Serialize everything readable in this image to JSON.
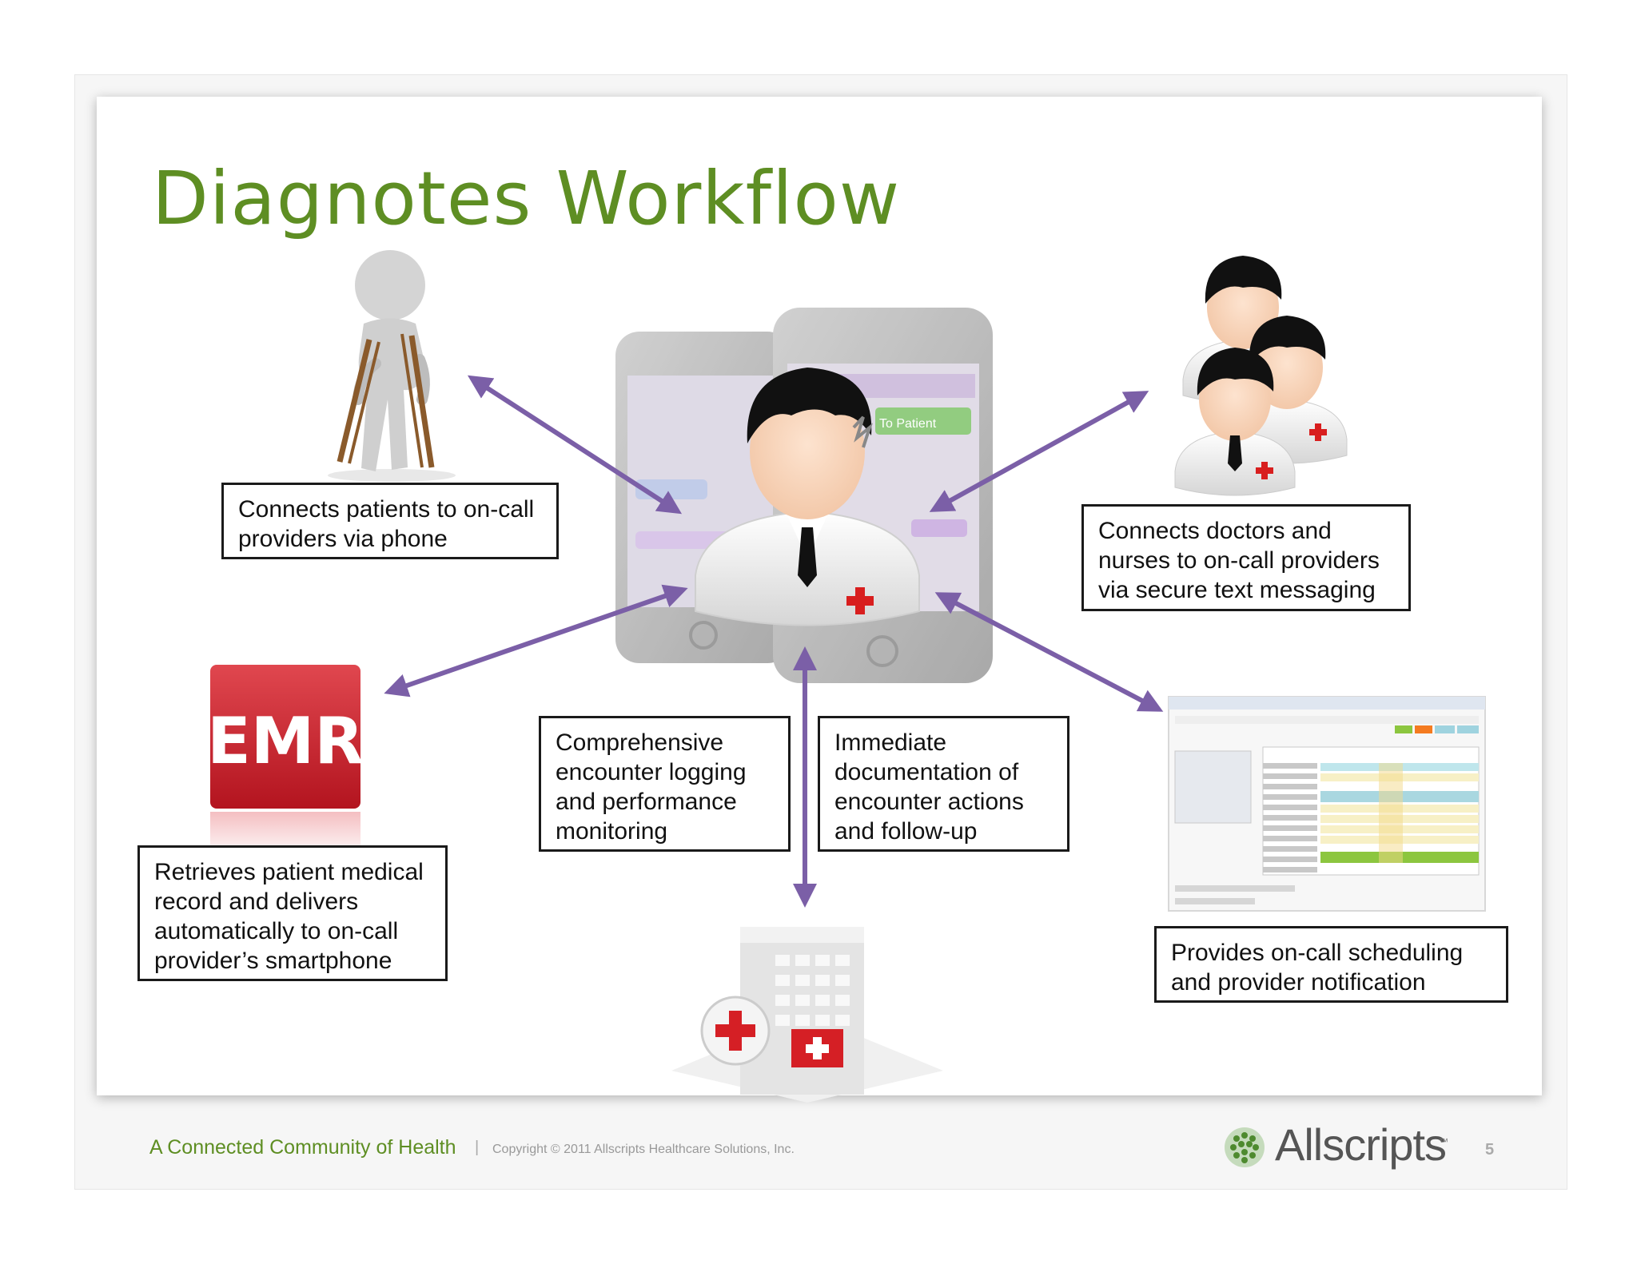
{
  "title": "Diagnotes Workflow",
  "boxes": {
    "patients": "Connects patients to on-call\nproviders via phone",
    "doctors": "Connects doctors and\nnurses to on-call providers\nvia secure text messaging",
    "emr": "Retrieves patient medical\nrecord and delivers\nautomatically to on-call\nprovider’s smartphone",
    "logging": "Comprehensive\nencounter logging\nand performance\nmonitoring",
    "documentation": "Immediate\ndocumentation of\nencounter actions\nand follow-up",
    "scheduling": "Provides on-call scheduling\nand provider notification"
  },
  "emr_label": "EMR",
  "phone_screen": {
    "button_label": "To Patient"
  },
  "footer": {
    "tagline": "A Connected Community of Health",
    "separator": "|",
    "copyright": "Copyright © 2011 Allscripts Healthcare Solutions, Inc.",
    "brand": "Allscripts",
    "trademark": "™",
    "page": "5"
  },
  "colors": {
    "title_green": "#5e8e23",
    "arrow_purple": "#7b5fa7",
    "emr_red": "#c8202c"
  },
  "icons": [
    "patient-on-crutches-icon",
    "doctor-avatar-icon",
    "doctors-group-icon",
    "emr-icon",
    "hospital-icon",
    "schedule-screenshot-icon",
    "smartphone-icon",
    "allscripts-logo-icon"
  ]
}
